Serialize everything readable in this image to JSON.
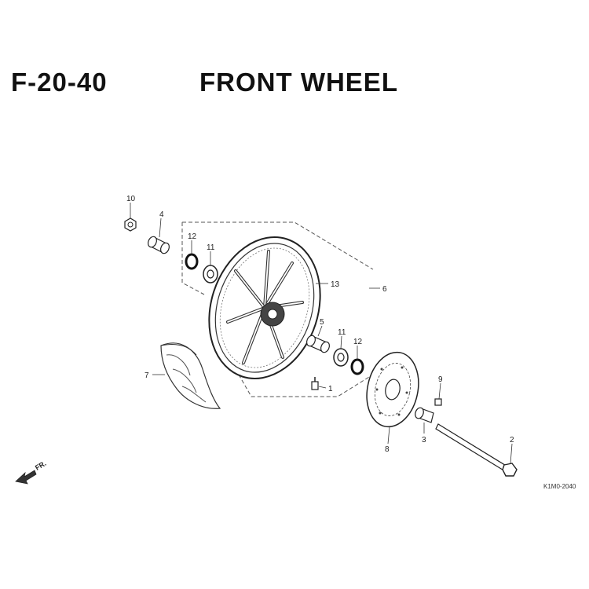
{
  "header": {
    "code": "F-20-40",
    "title": "FRONT WHEEL"
  },
  "callouts": {
    "c1": "1",
    "c2": "2",
    "c3": "3",
    "c4": "4",
    "c5": "5",
    "c6": "6",
    "c7": "7",
    "c8": "8",
    "c9": "9",
    "c10": "10",
    "c11a": "11",
    "c11b": "11",
    "c12a": "12",
    "c12b": "12",
    "c13": "13"
  },
  "direction": {
    "label": "FR."
  },
  "reference_code": "K1M0-2040"
}
